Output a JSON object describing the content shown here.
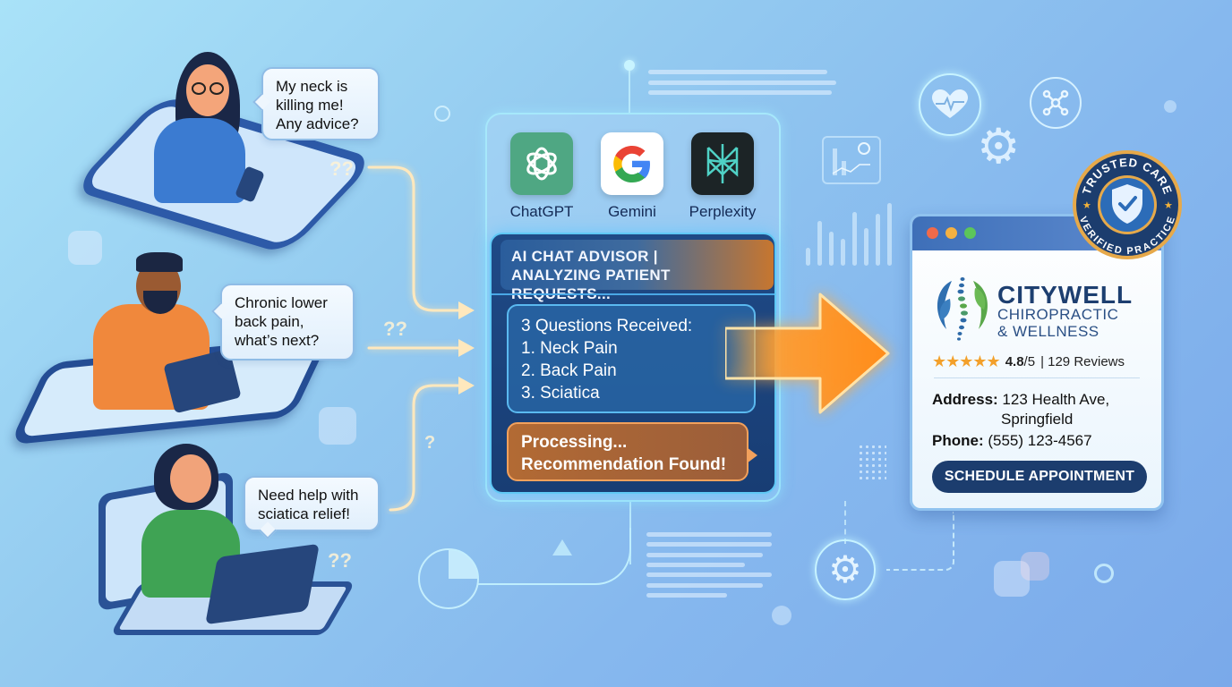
{
  "patients": [
    {
      "id": "woman-phone",
      "message": [
        "My neck is",
        "killing me!",
        "Any advice?"
      ],
      "device": "smartphone",
      "qmarks": "??"
    },
    {
      "id": "man-tablet",
      "message": [
        "Chronic lower",
        "back pain,",
        "what’s next?"
      ],
      "device": "tablet",
      "qmarks": "??"
    },
    {
      "id": "woman-laptop",
      "message": [
        "Need help with",
        "sciatica relief!"
      ],
      "device": "laptop",
      "qmarks": "??"
    }
  ],
  "flow_arrows": {
    "top_label": "",
    "middle_label": "??",
    "bottom_label": "?"
  },
  "ai_engines": [
    {
      "name": "ChatGPT",
      "icon": "chatgpt-logo-icon",
      "bg": "#4fa783"
    },
    {
      "name": "Gemini",
      "icon": "google-g-logo-icon",
      "bg": "#ffffff"
    },
    {
      "name": "Perplexity",
      "icon": "perplexity-logo-icon",
      "bg": "#1c2426"
    }
  ],
  "advisor": {
    "header_line1": "AI CHAT ADVISOR |",
    "header_line2": "ANALYZING PATIENT REQUESTS...",
    "questions_title": "3 Questions Received:",
    "questions": [
      "1. Neck Pain",
      "2. Back Pain",
      "3. Sciatica"
    ],
    "status_line1": "Processing...",
    "status_line2": "Recommendation Found!"
  },
  "listing": {
    "window_dots": [
      "#f06a4a",
      "#f5b142",
      "#5cc65a"
    ],
    "brand_name": "CITYWELL",
    "brand_sub1": "CHIROPRACTIC",
    "brand_sub2": "& WELLNESS",
    "stars": "★★★★★",
    "rating_value": "4.8",
    "rating_scale": "/5",
    "reviews": "| 129 Reviews",
    "address_label": "Address:",
    "address_line1": "123 Health Ave,",
    "address_line2": "Springfield",
    "phone_label": "Phone:",
    "phone": "(555) 123-4567",
    "cta_label": "SCHEDULE APPOINTMENT"
  },
  "badge": {
    "top_text": "TRUSTED CARE",
    "bottom_text": "VERIFIED PRACTICE"
  },
  "colors": {
    "accent_orange": "#f7931e",
    "navy": "#1c3d6e",
    "panel_dark": "#1f4a86",
    "glow_cyan": "#a6e8fb"
  }
}
